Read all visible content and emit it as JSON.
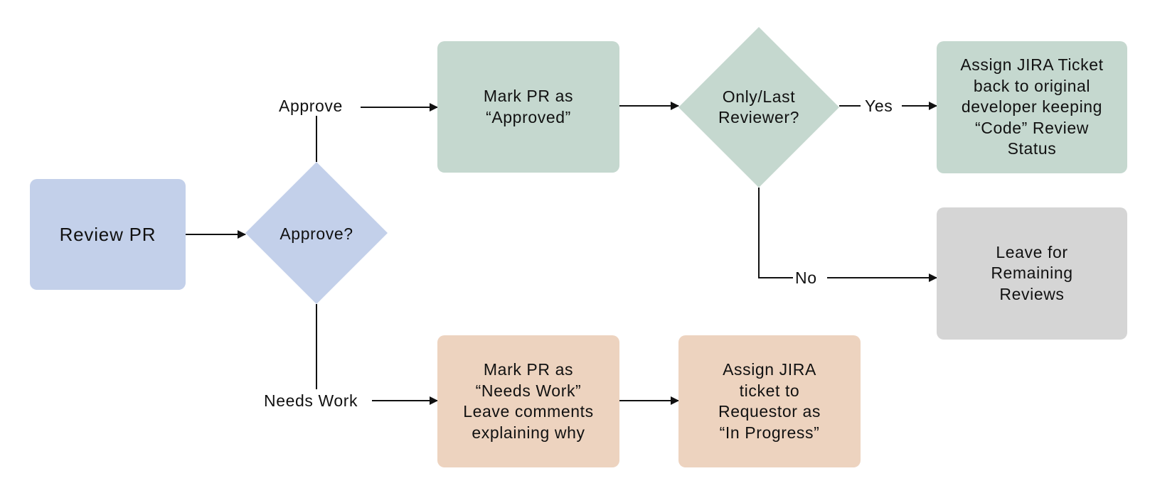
{
  "colors": {
    "blue": "#c3d0ea",
    "green": "#c5d8cf",
    "orange": "#edd3bf",
    "gray": "#d5d5d5",
    "line": "#111111"
  },
  "nodes": {
    "review_pr": {
      "lines": [
        "Review PR"
      ]
    },
    "approve_decision": {
      "lines": [
        "Approve?"
      ]
    },
    "mark_approved": {
      "lines": [
        "Mark PR as",
        "“Approved”"
      ]
    },
    "last_reviewer_decision": {
      "lines": [
        "Only/Last",
        "Reviewer?"
      ]
    },
    "assign_back": {
      "lines": [
        "Assign JIRA Ticket",
        "back to original",
        "developer keeping",
        "“Code” Review",
        "Status"
      ]
    },
    "leave_remaining": {
      "lines": [
        "Leave for",
        "Remaining",
        "Reviews"
      ]
    },
    "mark_needs_work": {
      "lines": [
        "Mark PR as",
        "“Needs Work”",
        "Leave comments",
        "explaining why"
      ]
    },
    "assign_requestor": {
      "lines": [
        "Assign JIRA",
        "ticket to",
        "Requestor as",
        "“In Progress”"
      ]
    }
  },
  "edge_labels": {
    "approve": "Approve",
    "needs_work": "Needs Work",
    "yes": "Yes",
    "no": "No"
  }
}
